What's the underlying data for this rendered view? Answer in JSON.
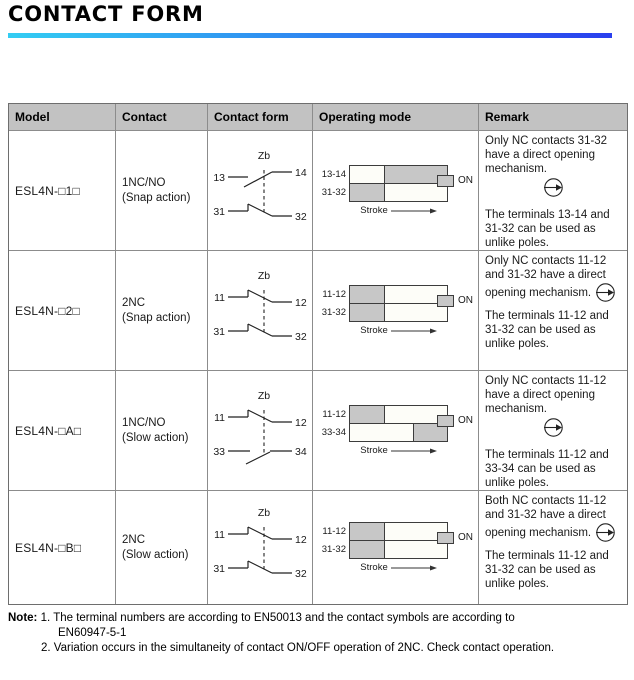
{
  "page": {
    "title": "CONTACT FORM"
  },
  "colors": {
    "accent_gradient_start": "#33cdf3",
    "accent_gradient_end": "#2a3fee",
    "header_bg": "#c2c2c2",
    "on_fill": "#c7c7c7"
  },
  "table": {
    "headers": [
      "Model",
      "Contact",
      "Contact form",
      "Operating mode",
      "Remark"
    ],
    "stroke_label": "Stroke",
    "legend_on_label": "ON",
    "rows": [
      {
        "model": "ESL4N-□1□",
        "contact": "1NC/NO",
        "action": "(Snap action)",
        "circuit": {
          "label": "Zb",
          "contacts": [
            {
              "left": "13",
              "right": "14",
              "type": "no-up"
            },
            {
              "left": "31",
              "right": "32",
              "type": "nc"
            }
          ]
        },
        "operating_mode": {
          "bars": [
            {
              "label": "13-14",
              "segments": [
                {
                  "on": false,
                  "width": 35
                },
                {
                  "on": true,
                  "width": 65
                }
              ]
            },
            {
              "label": "31-32",
              "segments": [
                {
                  "on": true,
                  "width": 35
                },
                {
                  "on": false,
                  "width": 65
                }
              ]
            }
          ]
        },
        "remark": {
          "para1": "Only NC contacts 31-32 have a direct opening mechanism.",
          "icon_inline": false,
          "para2": "The terminals 13-14 and 31-32 can be used as unlike poles."
        }
      },
      {
        "model": "ESL4N-□2□",
        "contact": "2NC",
        "action": "(Snap action)",
        "circuit": {
          "label": "Zb",
          "contacts": [
            {
              "left": "11",
              "right": "12",
              "type": "nc"
            },
            {
              "left": "31",
              "right": "32",
              "type": "nc"
            }
          ]
        },
        "operating_mode": {
          "bars": [
            {
              "label": "11-12",
              "segments": [
                {
                  "on": true,
                  "width": 35
                },
                {
                  "on": false,
                  "width": 65
                }
              ]
            },
            {
              "label": "31-32",
              "segments": [
                {
                  "on": true,
                  "width": 35
                },
                {
                  "on": false,
                  "width": 65
                }
              ]
            }
          ]
        },
        "remark": {
          "para1": "Only NC contacts 11-12 and 31-32 have a direct opening mechanism.",
          "icon_inline": true,
          "para2": "The terminals 11-12 and 31-32 can be used as unlike poles."
        }
      },
      {
        "model": "ESL4N-□A□",
        "contact": "1NC/NO",
        "action": "(Slow action)",
        "circuit": {
          "label": "Zb",
          "contacts": [
            {
              "left": "11",
              "right": "12",
              "type": "nc"
            },
            {
              "left": "33",
              "right": "34",
              "type": "no-down"
            }
          ]
        },
        "operating_mode": {
          "bars": [
            {
              "label": "11-12",
              "segments": [
                {
                  "on": true,
                  "width": 35
                },
                {
                  "on": false,
                  "width": 65
                }
              ]
            },
            {
              "label": "33-34",
              "segments": [
                {
                  "on": false,
                  "width": 65
                },
                {
                  "on": true,
                  "width": 35
                }
              ]
            }
          ]
        },
        "remark": {
          "para1": "Only NC contacts 11-12 have a direct opening mechanism.",
          "icon_inline": false,
          "para2": "The terminals 11-12 and 33-34 can be used as unlike poles."
        }
      },
      {
        "model": "ESL4N-□B□",
        "contact": "2NC",
        "action": "(Slow action)",
        "circuit": {
          "label": "Zb",
          "contacts": [
            {
              "left": "11",
              "right": "12",
              "type": "nc"
            },
            {
              "left": "31",
              "right": "32",
              "type": "nc"
            }
          ]
        },
        "operating_mode": {
          "bars": [
            {
              "label": "11-12",
              "segments": [
                {
                  "on": true,
                  "width": 35
                },
                {
                  "on": false,
                  "width": 65
                }
              ]
            },
            {
              "label": "31-32",
              "segments": [
                {
                  "on": true,
                  "width": 35
                },
                {
                  "on": false,
                  "width": 65
                }
              ]
            }
          ]
        },
        "remark": {
          "para1": "Both NC contacts 11-12 and 31-32 have a direct opening mechanism.",
          "icon_inline": true,
          "para2": "The terminals 11-12 and 31-32 can be used as unlike poles."
        }
      }
    ]
  },
  "notes": {
    "label": "Note:",
    "items": [
      {
        "num": "1.",
        "lines": [
          "The terminal numbers are according to EN50013 and the contact symbols are according to",
          "EN60947-5-1"
        ]
      },
      {
        "num": "2.",
        "lines": [
          "Variation occurs in the simultaneity of contact ON/OFF operation of 2NC. Check contact operation."
        ]
      }
    ]
  }
}
